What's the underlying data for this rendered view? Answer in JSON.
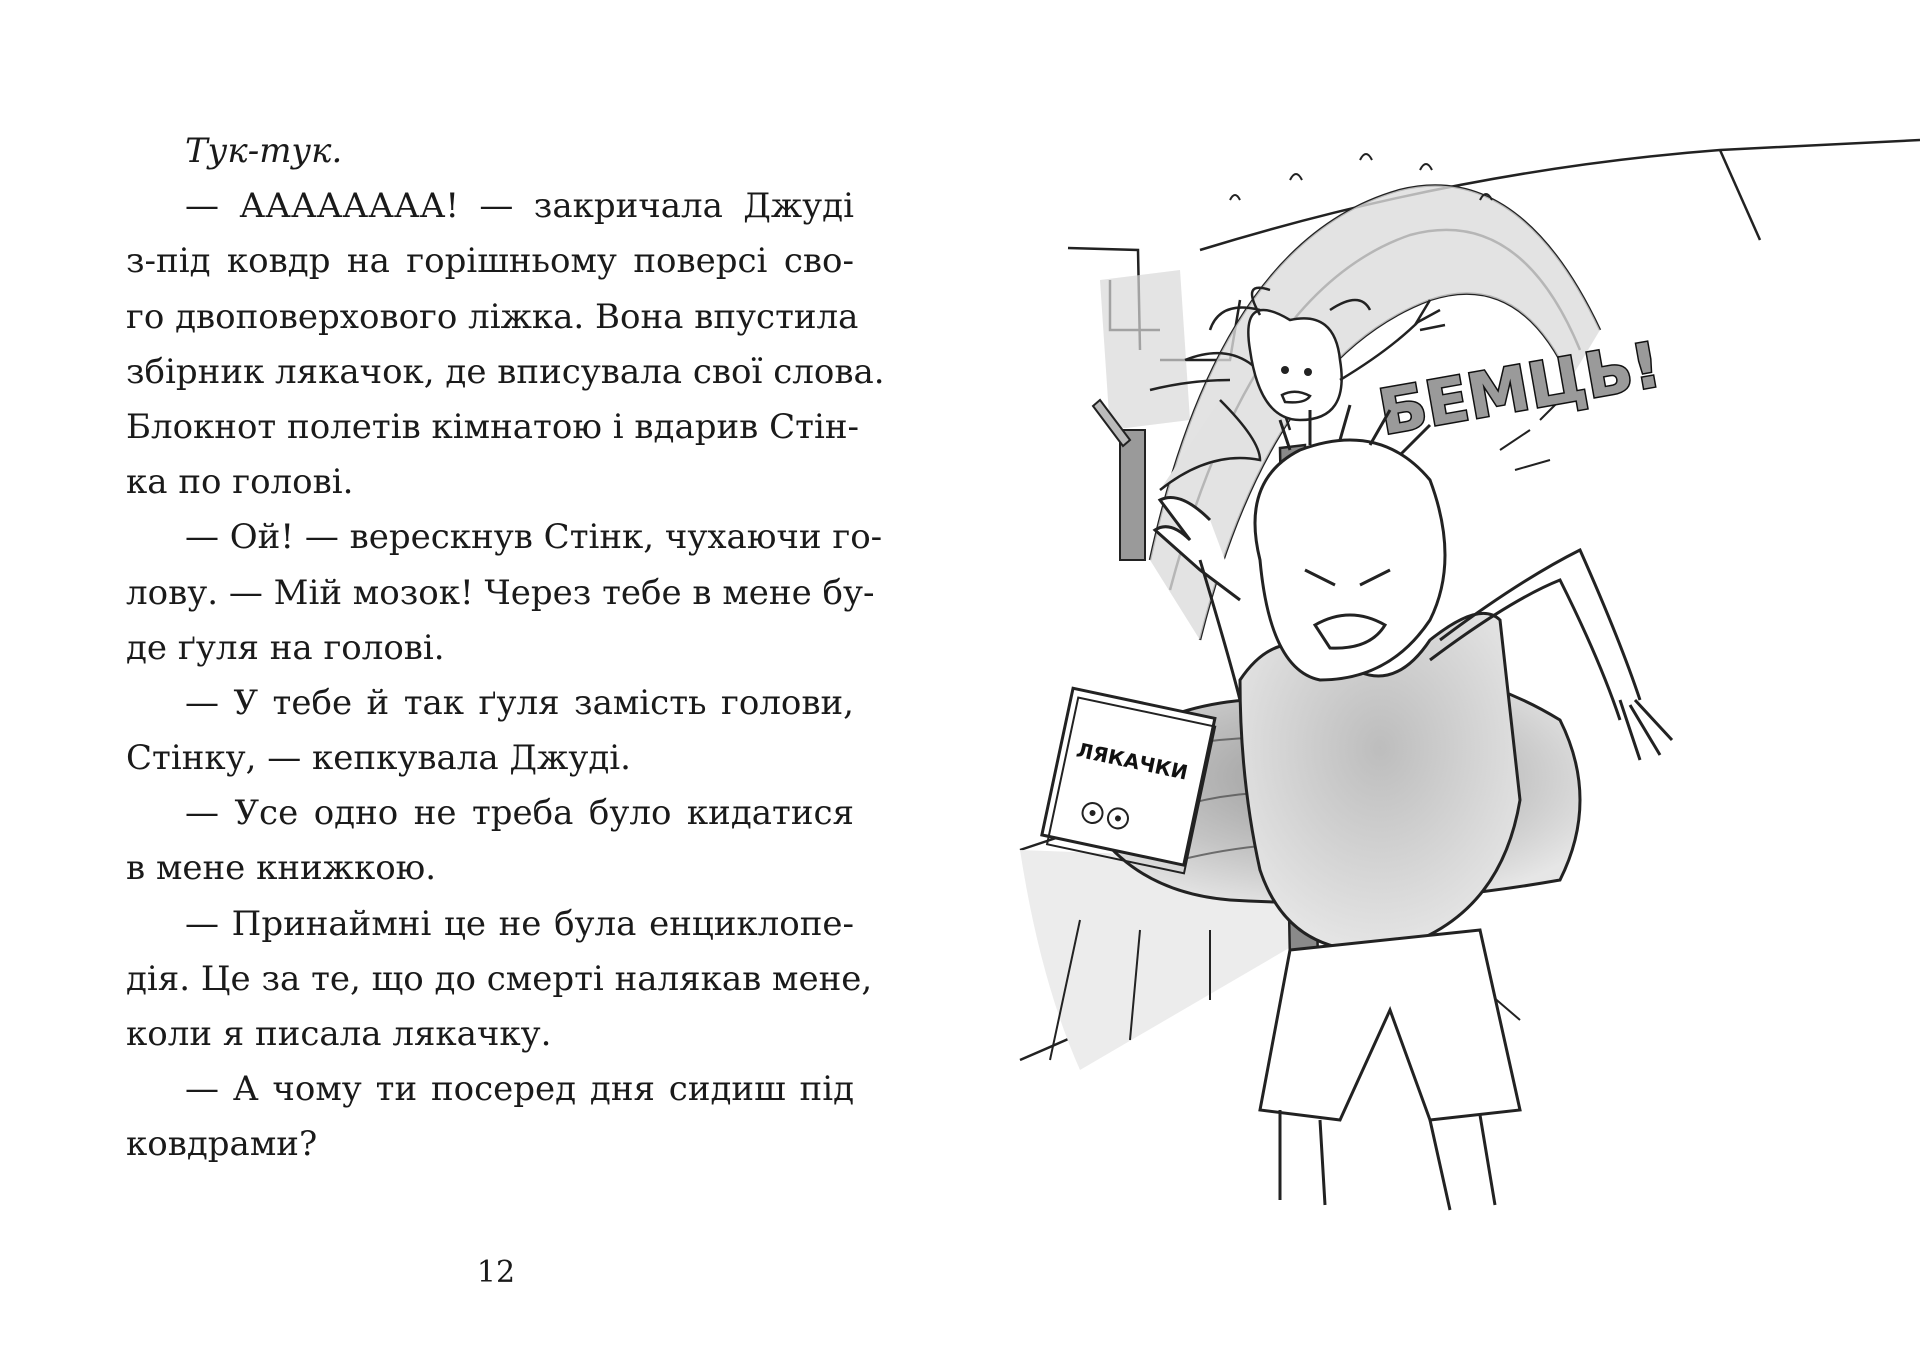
{
  "page": {
    "lines": [
      "Тук-тук.",
      "— АААААААА! — закричала Джуді",
      "з-під ковдр на горішньому поверсі сво-",
      "го двоповерхового ліжка. Вона впустила",
      "збірник лякачок, де вписувала свої слова.",
      "Блокнот полетів кімнатою і вдарив Стін-",
      "ка по голові.",
      "— Ой! — верескнув Стінк, чухаючи го-",
      "лову. — Мій мозок! Через тебе в мене бу-",
      "де ґуля на голові.",
      "— У тебе й так ґуля замість голови,",
      "Стінку, — кепкувала Джуді.",
      "— Усе одно не треба було кидатися",
      "в мене книжкою.",
      "— Принаймні це не була енциклопе-",
      "дія. Це за те, що до смерті налякав мене,",
      "коли я писала лякачку.",
      "— А чому ти посеред дня сидиш під",
      "ковдрами?"
    ],
    "page_number": "12"
  },
  "illustration": {
    "sound_effect": "БЕМЦЬ!",
    "book_title": "ЛЯКАЧКИ"
  }
}
